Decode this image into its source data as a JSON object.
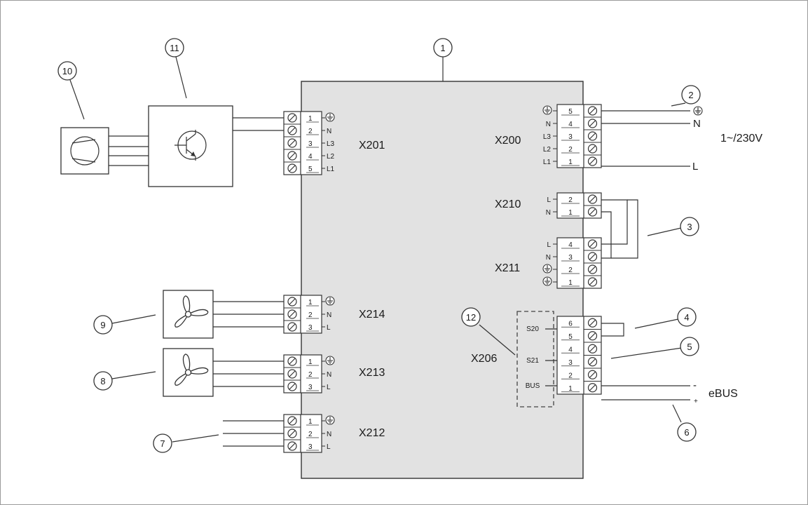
{
  "colors": {
    "board": "#e2e2e2",
    "stroke": "#333333",
    "background": "#ffffff"
  },
  "icons": {
    "compressor": "compressor-symbol-icon",
    "inverter": "transistor-symbol-icon",
    "fan": "fan-icon",
    "ground": "ground-symbol-icon",
    "screw": "screw-terminal-icon"
  },
  "callouts": {
    "c1": "1",
    "c2": "2",
    "c3": "3",
    "c4": "4",
    "c5": "5",
    "c6": "6",
    "c7": "7",
    "c8": "8",
    "c9": "9",
    "c10": "10",
    "c11": "11",
    "c12": "12"
  },
  "connectors": {
    "x201": {
      "name": "X201",
      "pins": [
        {
          "n": "1",
          "sig": ""
        },
        {
          "n": "2",
          "sig": "N"
        },
        {
          "n": "3",
          "sig": "L3"
        },
        {
          "n": "4",
          "sig": "L2"
        },
        {
          "n": "5",
          "sig": "L1"
        }
      ]
    },
    "x214": {
      "name": "X214",
      "pins": [
        {
          "n": "1",
          "sig": ""
        },
        {
          "n": "2",
          "sig": "N"
        },
        {
          "n": "3",
          "sig": "L"
        }
      ]
    },
    "x213": {
      "name": "X213",
      "pins": [
        {
          "n": "1",
          "sig": ""
        },
        {
          "n": "2",
          "sig": "N"
        },
        {
          "n": "3",
          "sig": "L"
        }
      ]
    },
    "x212": {
      "name": "X212",
      "pins": [
        {
          "n": "1",
          "sig": ""
        },
        {
          "n": "2",
          "sig": "N"
        },
        {
          "n": "3",
          "sig": "L"
        }
      ]
    },
    "x200": {
      "name": "X200",
      "pins": [
        {
          "n": "5",
          "sig": ""
        },
        {
          "n": "4",
          "sig": "N"
        },
        {
          "n": "3",
          "sig": "L3"
        },
        {
          "n": "2",
          "sig": "L2"
        },
        {
          "n": "1",
          "sig": "L1"
        }
      ]
    },
    "x210": {
      "name": "X210",
      "pins": [
        {
          "n": "2",
          "sig": "L"
        },
        {
          "n": "1",
          "sig": "N"
        }
      ]
    },
    "x211": {
      "name": "X211",
      "pins": [
        {
          "n": "4",
          "sig": "L"
        },
        {
          "n": "3",
          "sig": "N"
        },
        {
          "n": "2",
          "sig": ""
        },
        {
          "n": "1",
          "sig": ""
        }
      ]
    },
    "x206": {
      "name": "X206",
      "pins": [
        {
          "n": "6"
        },
        {
          "n": "5"
        },
        {
          "n": "4"
        },
        {
          "n": "3"
        },
        {
          "n": "2"
        },
        {
          "n": "1"
        }
      ]
    }
  },
  "groups": {
    "s20": "S20",
    "s21": "S21",
    "bus": "BUS"
  },
  "ext": {
    "n": "N",
    "l": "L",
    "voltage": "1~/230V",
    "bus_minus": "-",
    "bus_plus": "+",
    "ebus": "eBUS"
  }
}
